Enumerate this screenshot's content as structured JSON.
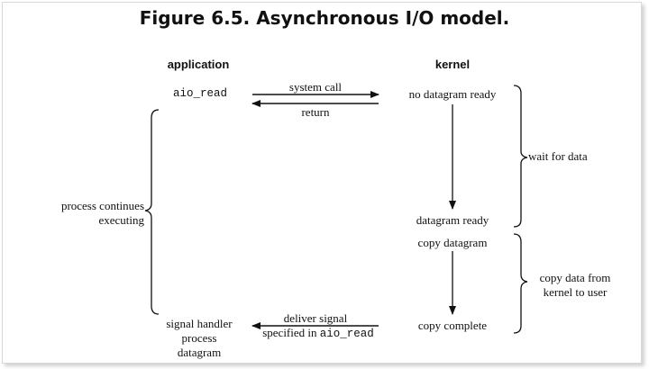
{
  "figure": {
    "title": "Figure 6.5. Asynchronous I/O model."
  },
  "columns": {
    "application": "application",
    "kernel": "kernel"
  },
  "application_side": {
    "call": "aio_read",
    "process_line1": "process continues",
    "process_line2": "executing",
    "handler_line1": "signal handler",
    "handler_line2": "process",
    "handler_line3": "datagram"
  },
  "kernel_side": {
    "no_datagram": "no datagram ready",
    "datagram_ready": "datagram ready",
    "copy_datagram": "copy datagram",
    "copy_complete": "copy complete"
  },
  "arrows": {
    "system_call": "system call",
    "return": "return",
    "deliver_signal": "deliver signal",
    "specified_in_prefix": "specified in ",
    "specified_in_code": "aio_read"
  },
  "phases": {
    "wait_for_data": "wait for data",
    "copy_line1": "copy data from",
    "copy_line2": "kernel to user"
  }
}
